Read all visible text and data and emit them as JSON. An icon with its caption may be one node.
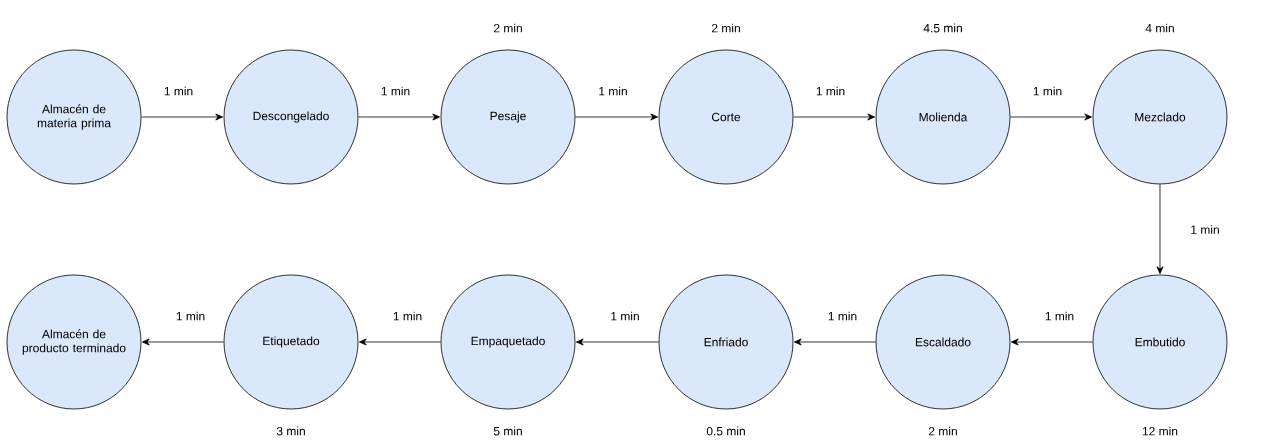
{
  "diagram": {
    "nodes": [
      {
        "text": [
          "Almacén de materia prima"
        ]
      },
      {
        "text": [
          "Descongelado"
        ]
      },
      {
        "text": [
          "Pesaje"
        ],
        "beside": [
          "2 min"
        ]
      },
      {
        "text": [
          "Corte"
        ],
        "beside": [
          "2 min"
        ]
      },
      {
        "text": [
          "Molienda"
        ],
        "beside": [
          "4.5 min"
        ]
      },
      {
        "text": [
          "Mezclado"
        ],
        "beside": [
          "4 min"
        ]
      },
      {
        "text": [
          "Embutido"
        ],
        "beside": [
          "12 min"
        ]
      },
      {
        "text": [
          "Escaldado"
        ],
        "beside": [
          "2 min"
        ]
      },
      {
        "text": [
          "Enfriado"
        ],
        "beside": [
          "0.5 min"
        ]
      },
      {
        "text": [
          "Empaquetado"
        ],
        "beside": [
          "5 min"
        ]
      },
      {
        "text": [
          "Etiquetado"
        ],
        "beside": [
          "3 min"
        ]
      },
      {
        "text": [
          "Almacén de producto terminado"
        ]
      }
    ],
    "edges": [
      {
        "from": 0,
        "to": 1,
        "arrow": "to",
        "label": "1 min"
      },
      {
        "from": 1,
        "to": 2,
        "arrow": "to",
        "label": "1 min"
      },
      {
        "from": 2,
        "to": 3,
        "arrow": "to",
        "label": "1 min"
      },
      {
        "from": 3,
        "to": 4,
        "arrow": "to",
        "label": "1 min"
      },
      {
        "from": 4,
        "to": 5,
        "arrow": "to",
        "label": "1 min"
      },
      {
        "from": 5,
        "to": 6,
        "arrow": "to",
        "label": "1 min"
      },
      {
        "from": 6,
        "to": 7,
        "arrow": "to",
        "label": "1 min"
      },
      {
        "from": 7,
        "to": 8,
        "arrow": "to",
        "label": "1 min"
      },
      {
        "from": 8,
        "to": 9,
        "arrow": "to",
        "label": "1 min"
      },
      {
        "from": 9,
        "to": 10,
        "arrow": "to",
        "label": "1 min"
      },
      {
        "from": 10,
        "to": 11,
        "arrow": "to",
        "label": "1 min"
      }
    ]
  }
}
